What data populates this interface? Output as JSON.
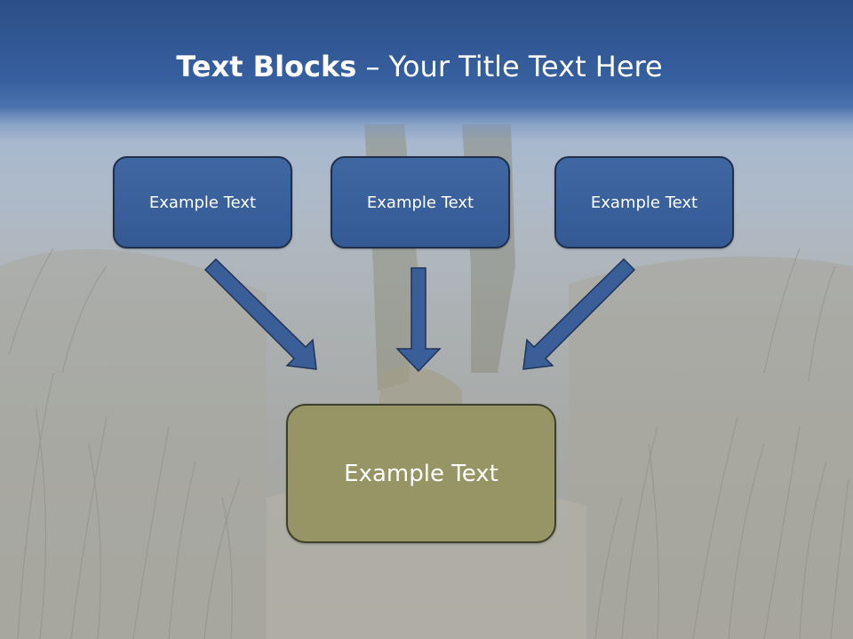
{
  "title": {
    "bold": "Text Blocks",
    "dash": " – ",
    "rest": "Your Title Text Here"
  },
  "blocks": [
    {
      "label": "Example Text"
    },
    {
      "label": "Example Text"
    },
    {
      "label": "Example Text"
    }
  ],
  "result": {
    "label": "Example Text"
  },
  "colors": {
    "title_band": "#365f9e",
    "block_fill": "#365f9e",
    "block_border": "#1f2f4a",
    "result_fill": "#979565",
    "arrow_fill": "#3a5e98"
  }
}
